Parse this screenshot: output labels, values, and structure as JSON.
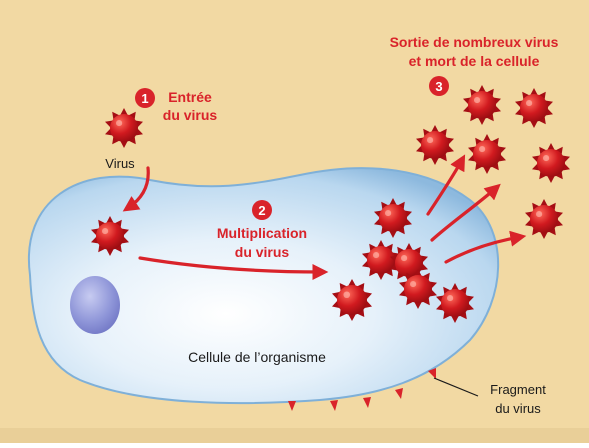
{
  "steps": [
    {
      "number": "1",
      "label_lines": [
        "Entrée",
        "du virus"
      ]
    },
    {
      "number": "2",
      "label_lines": [
        "Multiplication",
        "du virus"
      ]
    },
    {
      "number": "3",
      "label_lines": [
        "Sortie de nombreux virus",
        "et mort de la cellule"
      ]
    }
  ],
  "labels": {
    "virus": "Virus",
    "cell": "Cellule de l’organisme",
    "fragment_lines": [
      "Fragment",
      "du virus"
    ]
  },
  "colors": {
    "background": "#f2d9a3",
    "accent_red": "#d9232a",
    "virus_body": "#c4141b",
    "cell_fill": "#cfe4f4",
    "cell_edge": "#8db9de",
    "nucleus": "#8e95d8",
    "text_dark": "#1a1a1a"
  }
}
